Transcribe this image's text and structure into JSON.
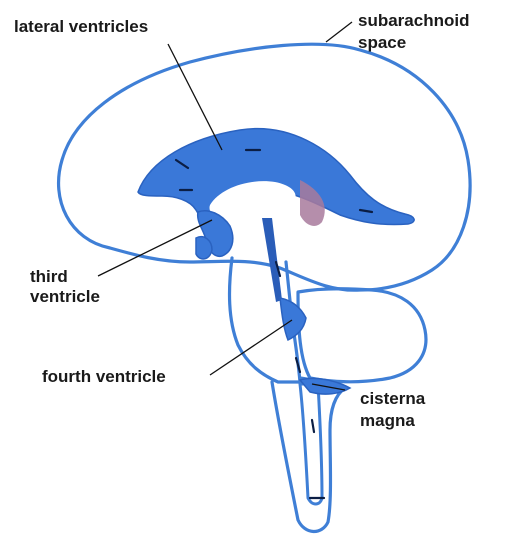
{
  "labels": {
    "lateral_ventricles": "lateral ventricles",
    "subarachnoid_line1": "subarachnoid",
    "subarachnoid_line2": "space",
    "third_line1": "third",
    "third_line2": "ventricle",
    "fourth_ventricle": "fourth ventricle",
    "cisterna_line1": "cisterna",
    "cisterna_line2": "magna"
  },
  "colors": {
    "outline": "#3f7fd6",
    "ventricle_fill": "#3a78d8",
    "ventricle_dark": "#2a5db8",
    "ventricle_highlight": "#a87a9c",
    "background": "#ffffff",
    "text": "#1a1a1a"
  }
}
